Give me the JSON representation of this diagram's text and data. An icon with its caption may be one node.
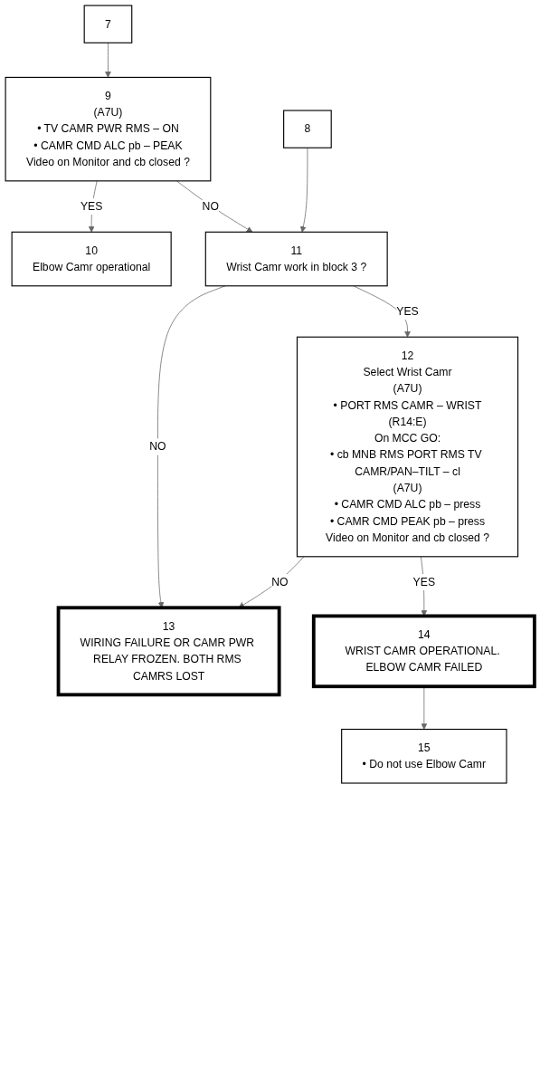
{
  "diagram": {
    "nodes": [
      {
        "text": [
          "7"
        ]
      },
      {
        "text": [
          "9",
          "(A7U)",
          "• TV CAMR PWR RMS – ON",
          "• CAMR CMD ALC pb – PEAK",
          "Video on Monitor and cb closed ?"
        ]
      },
      {
        "text": [
          "10",
          "Elbow Camr operational"
        ]
      },
      {
        "text": [
          "8"
        ]
      },
      {
        "text": [
          "11",
          "Wrist Camr work in block 3 ?"
        ]
      },
      {
        "text": [
          "12",
          "Select Wrist Camr",
          "(A7U)",
          "• PORT RMS CAMR – WRIST",
          "(R14:E)",
          "On MCC GO:",
          "• cb MNB RMS PORT RMS TV CAMR/PAN–TILT – cl",
          "(A7U)",
          "• CAMR CMD ALC pb – press",
          "• CAMR CMD PEAK pb – press",
          "Video on Monitor and cb closed ?"
        ]
      },
      {
        "text": [
          "13",
          "WIRING FAILURE OR CAMR PWR RELAY FROZEN. BOTH RMS CAMRS LOST"
        ]
      },
      {
        "text": [
          "14",
          "WRIST CAMR OPERATIONAL. ELBOW CAMR FAILED"
        ]
      },
      {
        "text": [
          "15",
          "• Do not use Elbow Camr"
        ]
      }
    ],
    "edges": [
      {
        "from": 0,
        "to": 1,
        "arrow": "to"
      },
      {
        "from": 1,
        "to": 2,
        "arrow": "to",
        "label": "YES"
      },
      {
        "from": 1,
        "to": 4,
        "arrow": "to",
        "label": "NO"
      },
      {
        "from": 3,
        "to": 4,
        "arrow": "to"
      },
      {
        "from": 4,
        "to": 6,
        "arrow": "to",
        "label": "NO"
      },
      {
        "from": 4,
        "to": 5,
        "arrow": "to",
        "label": "YES"
      },
      {
        "from": 5,
        "to": 6,
        "arrow": "to",
        "label": "NO"
      },
      {
        "from": 5,
        "to": 7,
        "arrow": "to",
        "label": "YES"
      },
      {
        "from": 7,
        "to": 8,
        "arrow": "to"
      }
    ]
  }
}
